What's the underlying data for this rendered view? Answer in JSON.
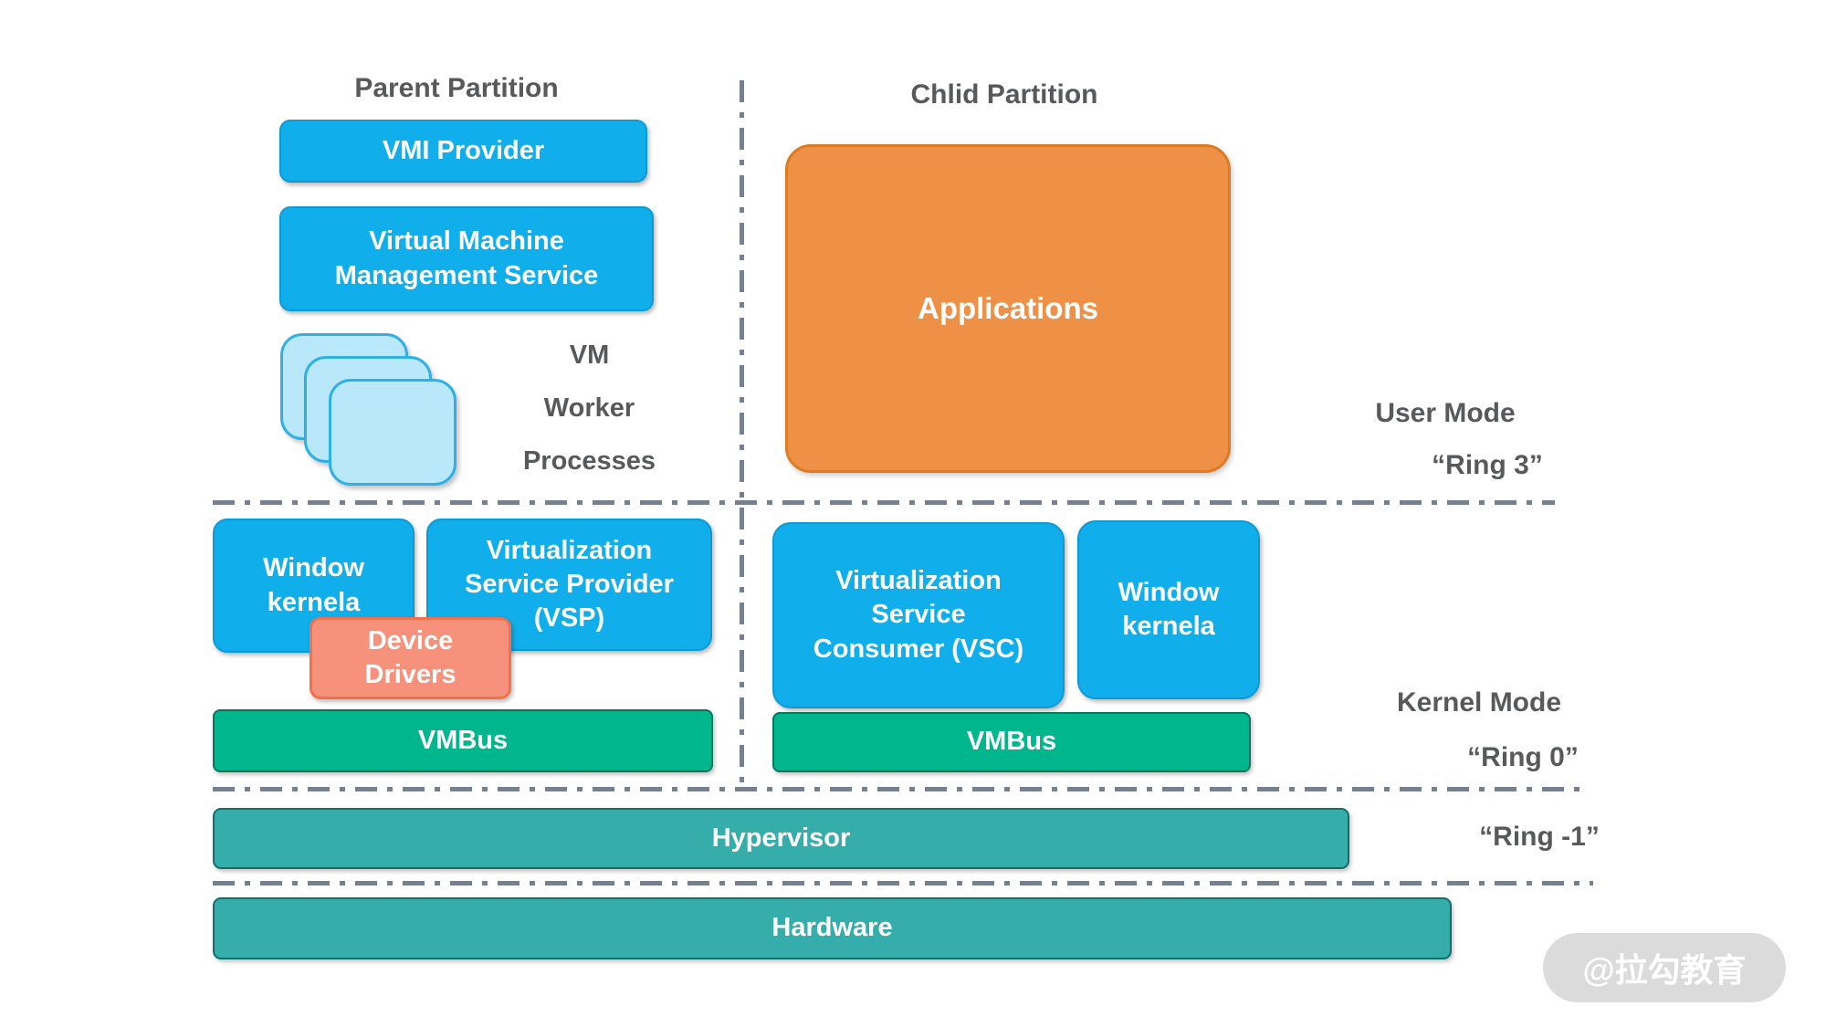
{
  "titles": {
    "parent": "Parent Partition",
    "child": "Chlid Partition"
  },
  "parent_partition": {
    "vmi_provider": "VMI Provider",
    "vm_management_service": "Virtual Machine\nManagement Service",
    "vm_worker_processes": "VM\nWorker\nProcesses",
    "window_kernel": "Window\nkernela",
    "vsp": "Virtualization\nService Provider\n(VSP)",
    "device_drivers": "Device\nDrivers",
    "vmbus": "VMBus"
  },
  "child_partition": {
    "applications": "Applications",
    "vsc": "Virtualization\nService\nConsumer (VSC)",
    "window_kernel": "Window\nkernela",
    "vmbus": "VMBus"
  },
  "layers": {
    "hypervisor": "Hypervisor",
    "hardware": "Hardware"
  },
  "ring_labels": {
    "user_mode": "User Mode",
    "ring3": "“Ring 3”",
    "kernel_mode": "Kernel Mode",
    "ring0": "“Ring 0”",
    "ring_minus1": "“Ring -1”"
  },
  "watermark": "@拉勾教育",
  "colors": {
    "box_blue": "#10AEEA",
    "box_blue_border": "#0B9AD6",
    "box_light_blue": "#B9E8FA",
    "box_light_blue_border": "#2FB0E6",
    "box_orange": "#EE9046",
    "box_orange_border": "#DD7B22",
    "box_salmon": "#F6917B",
    "box_salmon_border": "#F4704D",
    "bar_green": "#00B68C",
    "bar_teal": "#35ADAA",
    "divider_gray": "#76808F",
    "label_gray": "#58595B"
  }
}
